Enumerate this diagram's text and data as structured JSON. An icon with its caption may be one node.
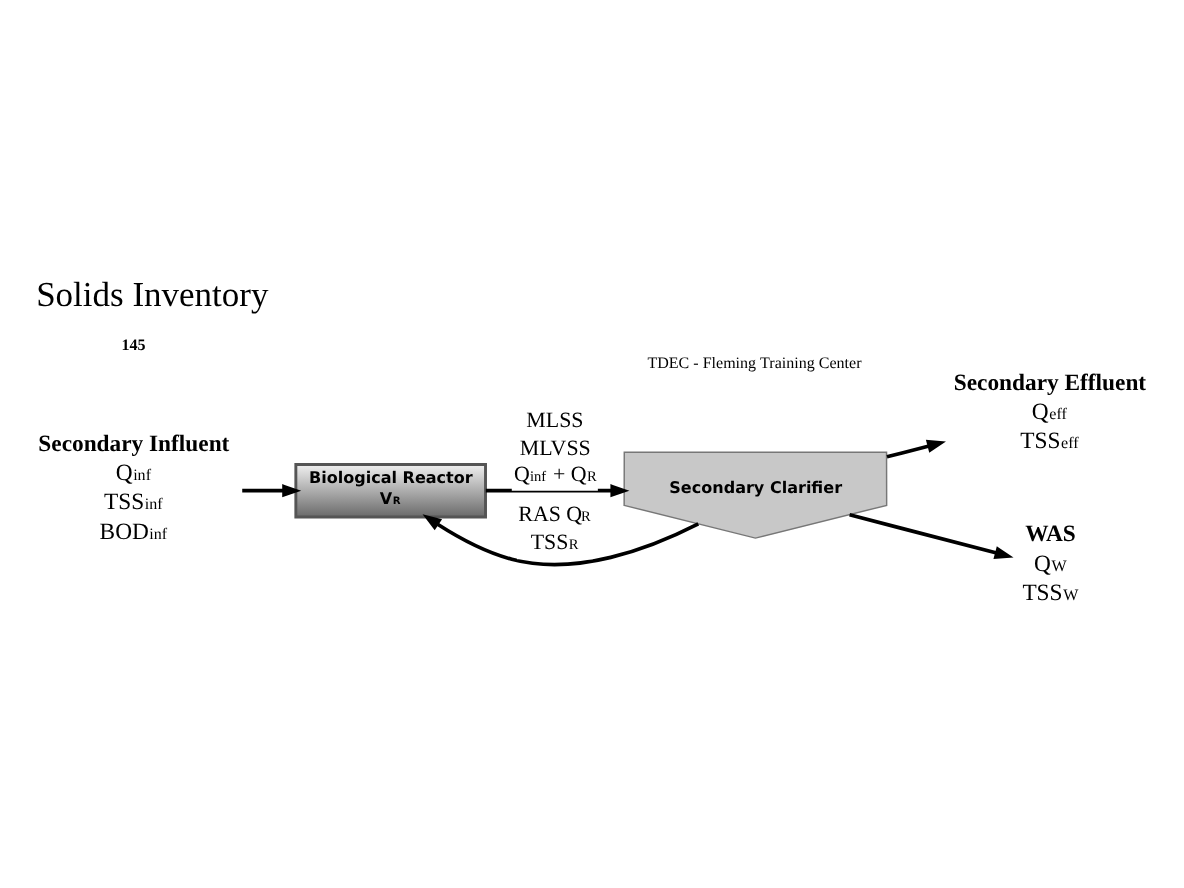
{
  "diagram": {
    "title": "Solids Inventory",
    "nodes": [
      {
        "text": [
          "Secondary Influent",
          "Q$_{inf}$",
          "TSS$_{inf}$",
          "BOD$_{inf}$"
        ]
      },
      {
        "text": [
          "Biological Reactor",
          "V$_{R}$"
        ]
      },
      {
        "text": [
          "Secondary Clarifier"
        ]
      },
      {
        "text": [
          "Secondary Effluent",
          "Q$_{eff}$",
          "TSS$_{eff}$"
        ]
      },
      {
        "text": [
          "WAS",
          "Q$_{W}$",
          "TSS$_{W}$"
        ]
      }
    ],
    "edges": [
      {
        "from": 0,
        "to": 1,
        "arrow": "to"
      },
      {
        "from": 1,
        "to": 2,
        "arrow": "to",
        "label": "MLSS MLVSS Q$_{inf}$ + Q$_{R}$"
      },
      {
        "from": 2,
        "to": 3,
        "arrow": "to"
      },
      {
        "from": 2,
        "to": 4,
        "arrow": "to"
      },
      {
        "from": 2,
        "to": 1,
        "arrow": "to",
        "label": "RAS Q$_{R}$ TSS$_{R}$"
      }
    ],
    "labels": [
      "145",
      "TDEC - Fleming Training Center"
    ]
  }
}
